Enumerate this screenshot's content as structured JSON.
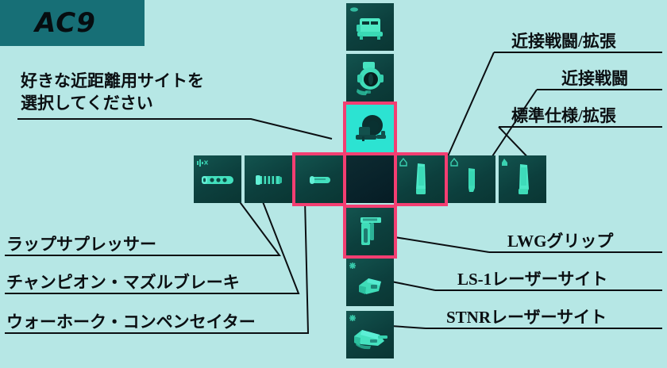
{
  "brand": {
    "name": "AC9"
  },
  "prompt": {
    "line1": "好きな近距離用サイトを",
    "line2": "選択してください"
  },
  "colors": {
    "background": "#b6e7e5",
    "banner": "#176f76",
    "cell": "#0e4a47",
    "cell_empty": "#0a2730",
    "selection": "#f43e72",
    "highlight": "#2ce3d2",
    "art": "#3fe0bd",
    "text": "#0b0f12"
  },
  "grid": {
    "columns": {
      "vertical": [
        {
          "slot": "sight-1",
          "icon": "reflex-sight-icon",
          "selected": false,
          "badge": null
        },
        {
          "slot": "sight-2",
          "icon": "scope-sight-icon",
          "selected": false,
          "badge": null
        },
        {
          "slot": "sight-3",
          "icon": "holographic-sight-icon",
          "selected": true,
          "badge": null
        },
        {
          "slot": "center",
          "icon": "weapon-center-slot",
          "selected": false,
          "badge": null
        },
        {
          "slot": "grip-1",
          "icon": "lwg-grip-icon",
          "selected": true,
          "badge": null
        },
        {
          "slot": "laser-1",
          "icon": "ls1-laser-sight-icon",
          "selected": false,
          "badge": "asterisk-icon"
        },
        {
          "slot": "laser-2",
          "icon": "stnr-laser-sight-icon",
          "selected": false,
          "badge": "asterisk-icon"
        }
      ],
      "left": [
        {
          "slot": "muzzle-1",
          "icon": "wrap-suppressor-icon",
          "selected": false,
          "badge": "mute-icon"
        },
        {
          "slot": "muzzle-2",
          "icon": "champion-muzzle-brake-icon",
          "selected": false,
          "badge": null
        },
        {
          "slot": "muzzle-3",
          "icon": "warhawk-compensator-icon",
          "selected": true,
          "badge": null
        }
      ],
      "right": [
        {
          "slot": "barrel-1",
          "icon": "cqb-extended-barrel-icon",
          "selected": true,
          "badge": "barrel-badge-icon"
        },
        {
          "slot": "barrel-2",
          "icon": "cqb-barrel-icon",
          "selected": false,
          "badge": "barrel-badge-icon"
        },
        {
          "slot": "barrel-3",
          "icon": "standard-extended-barrel-icon",
          "selected": false,
          "badge": "barrel-badge-icon"
        }
      ]
    }
  },
  "annotations": {
    "right_top": [
      {
        "id": "cqb-extended",
        "text": "近接戦闘/拡張"
      },
      {
        "id": "cqb",
        "text": "近接戦闘"
      },
      {
        "id": "standard-extended",
        "text": "標準仕様/拡張"
      }
    ],
    "right_bottom": [
      {
        "id": "lwg-grip",
        "text": "LWGグリップ"
      },
      {
        "id": "ls1-laser",
        "text": "LS-1レーザーサイト"
      },
      {
        "id": "stnr-laser",
        "text": "STNRレーザーサイト"
      }
    ],
    "left_bottom": [
      {
        "id": "wrap-suppressor",
        "text": "ラップサプレッサー"
      },
      {
        "id": "champion-brake",
        "text": "チャンピオン・マズルブレーキ"
      },
      {
        "id": "warhawk-comp",
        "text": "ウォーホーク・コンペンセイター"
      }
    ]
  }
}
